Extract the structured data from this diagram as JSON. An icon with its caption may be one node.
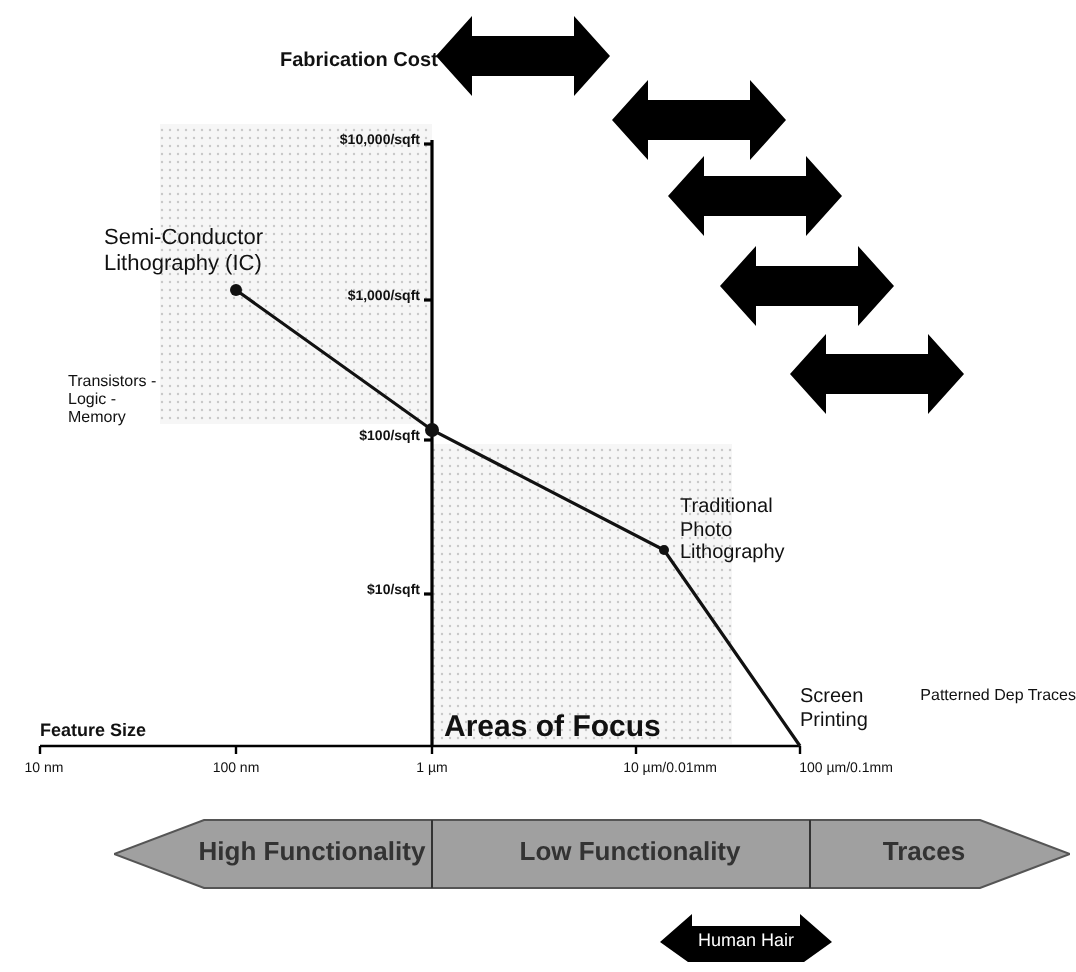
{
  "diagram": {
    "nodes": [
      {
        "text": [
          "High Functionality",
          "Low Functionality",
          "Traces"
        ]
      },
      {
        "text": [
          "Human Hair"
        ]
      }
    ],
    "edges": [],
    "labels": [
      "Fabrication Cost",
      "$10,000/sqft",
      "Semi-Conductor Lithography (IC)",
      "$1,000/sqft",
      "Transistors -Logic -Memory",
      "$100/sqft",
      "Traditional Photo Lithography",
      "$10/sqft",
      "Screen Printing",
      "Patterned Dep Traces",
      "Feature Size",
      "Areas of Focus",
      "10 nm",
      "100 nm",
      "1 µm",
      "10 µm/0.01mm",
      "100 µm/0.1mm"
    ]
  }
}
